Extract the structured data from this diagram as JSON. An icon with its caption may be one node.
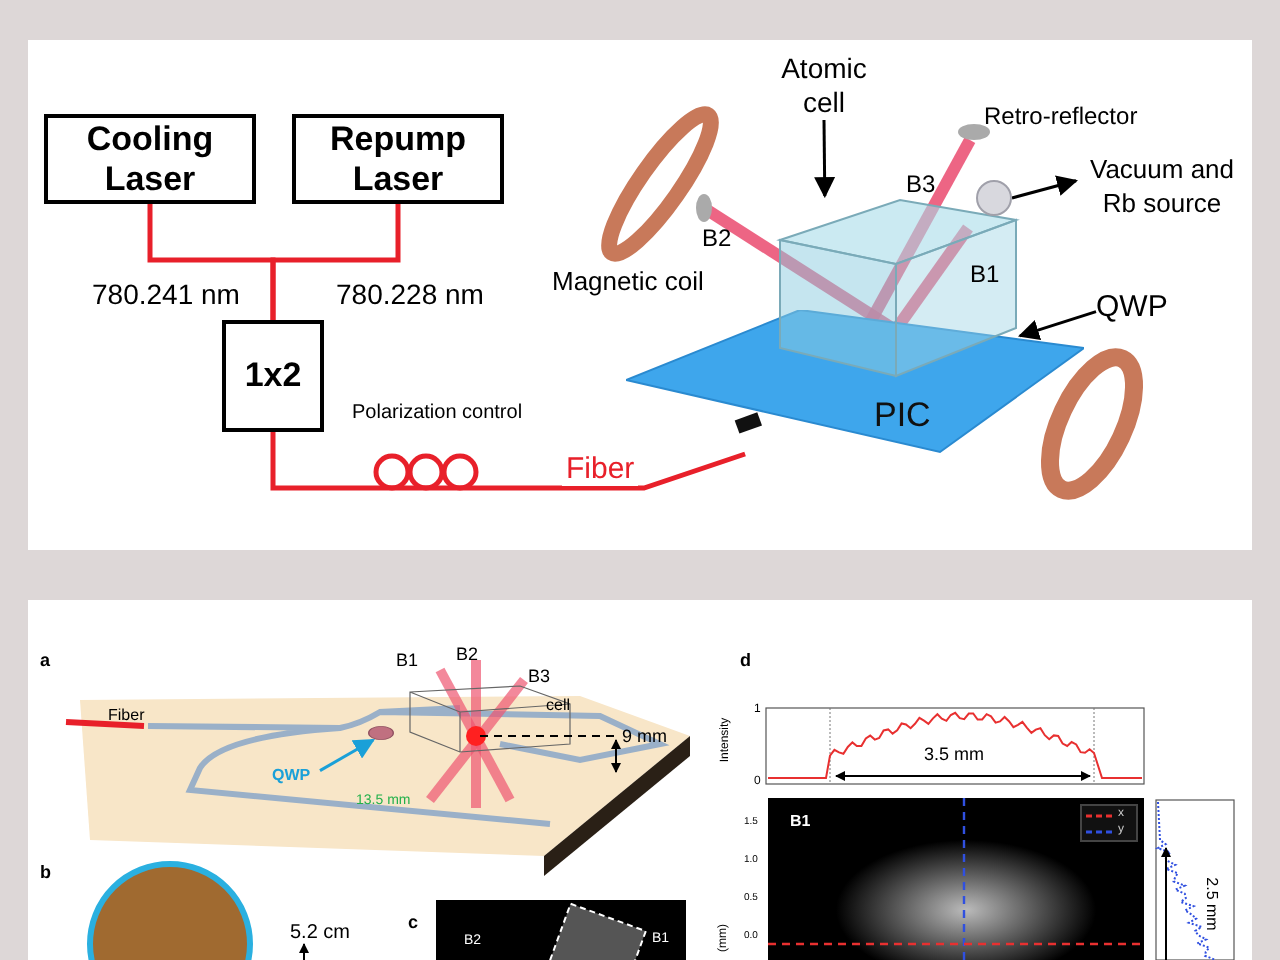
{
  "diagram": {
    "nodes": [
      {
        "text": [
          "Cooling Laser"
        ]
      },
      {
        "text": [
          "Repump Laser"
        ]
      },
      {
        "text": [
          "1x2"
        ]
      },
      {
        "text": [
          "PIC"
        ]
      },
      {
        "text": [],
        "shape": "box"
      },
      {
        "text": [
          "Atomic cell"
        ]
      },
      {
        "text": [],
        "shape": "circle"
      },
      {
        "text": [
          "Vacuum and Rb source"
        ]
      },
      {
        "text": [
          "QWP"
        ]
      },
      {
        "text": [
          "QWP"
        ]
      },
      {
        "text": [],
        "shape": "circle"
      }
    ],
    "edges": [
      {
        "from": 0,
        "to": 2,
        "arrow": "none",
        "color": "#e8202a"
      },
      {
        "from": 1,
        "to": 2,
        "arrow": "none",
        "color": "#e8202a"
      },
      {
        "from": 2,
        "to": 3,
        "arrow": "none",
        "label": "Fiber",
        "color": "#e8202a"
      },
      {
        "from": 5,
        "to": 4,
        "arrow": "to",
        "color": "#000000"
      },
      {
        "from": 6,
        "to": 7,
        "arrow": "to",
        "color": "#000000"
      },
      {
        "from": 8,
        "to": 4,
        "arrow": "to",
        "color": "#000000"
      },
      {
        "from": 9,
        "to": 10,
        "arrow": "to",
        "color": "#1aa0d8"
      }
    ],
    "labels": [
      "780.241 nm",
      "780.228 nm",
      "Polarization control",
      "Magnetic coil",
      "Retro-reflector",
      "B3",
      "B2",
      "B1",
      "a",
      "Fiber",
      "B1",
      "B2",
      "B3",
      "cell",
      "9 mm",
      "13.5 mm",
      "b",
      "5.2 cm",
      "c",
      "B1",
      "B2",
      "d",
      "Intensity",
      "1",
      "0",
      "3.5 mm",
      "B1",
      "1.5",
      "1.0",
      "0.5",
      "0.0",
      "(mm)",
      "2.5 mm"
    ],
    "legend": [
      {
        "text": "x"
      },
      {
        "text": "y"
      }
    ]
  }
}
